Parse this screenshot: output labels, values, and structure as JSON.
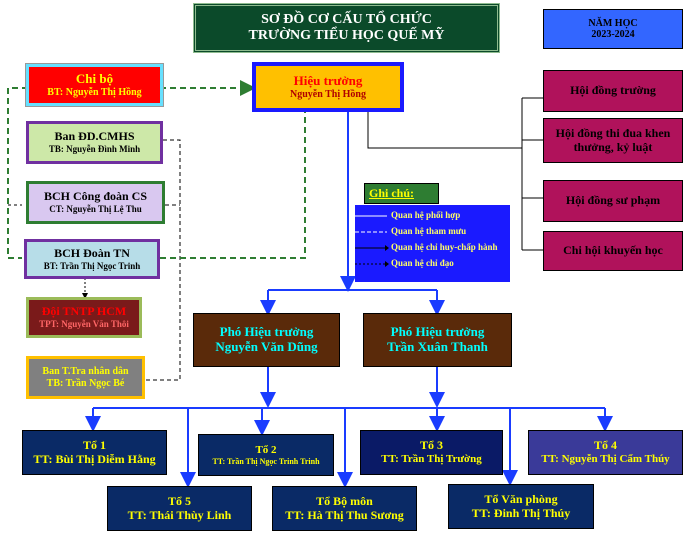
{
  "title": {
    "line1": "SƠ ĐỒ CƠ CẤU TỔ CHỨC",
    "line2": "TRƯỜNG TIỂU HỌC QUẾ MỸ"
  },
  "school_year": {
    "label": "NĂM HỌC",
    "value": "2023-2024"
  },
  "principal": {
    "title": "Hiệu trưởng",
    "name": "Nguyễn Thị Hồng"
  },
  "party_cell": {
    "title": "Chi bộ",
    "name": "BT: Nguyễn Thị Hồng"
  },
  "left_orgs": [
    {
      "title": "Ban ĐD.CMHS",
      "name": "TB: Nguyễn Đình Minh"
    },
    {
      "title": "BCH Công đoàn CS",
      "name": "CT: Nguyễn Thị Lệ Thu"
    },
    {
      "title": "BCH Đoàn TN",
      "name": "BT: Trần Thị Ngọc Trinh"
    },
    {
      "title": "Đội  TNTP HCM",
      "name": "TPT: Nguyễn Văn Thôi"
    },
    {
      "title": "Ban T.Tra nhân dân",
      "name": "TB: Trần Ngọc Bé"
    }
  ],
  "councils": [
    "Hội đồng trường",
    "Hội đồng thi đua khen thưởng, kỷ luật",
    "Hội đồng sư phạm",
    "Chi hội khuyến học"
  ],
  "legend": {
    "title": "Ghi chú:",
    "items": [
      "Quan hệ phối  hợp",
      "Quan hệ tham mưu",
      "Quan hệ chỉ huy-chấp hành",
      "Quan hệ chỉ đạo"
    ]
  },
  "vice_principals": [
    {
      "title": "Phó Hiệu trưởng",
      "name": "Nguyễn Văn Dũng"
    },
    {
      "title": "Phó Hiệu trưởng",
      "name": "Trần Xuân Thanh"
    }
  ],
  "groups": [
    {
      "title": "Tổ 1",
      "leader": "TT: Bùi Thị Diễm Hằng"
    },
    {
      "title": "Tổ 2",
      "leader": "TT: Trần Thị Ngọc Trinh Trinh"
    },
    {
      "title": "Tổ 3",
      "leader": "TT: Trần Thị Trường"
    },
    {
      "title": "Tổ 4",
      "leader": "TT: Nguyễn Thị Cẩm Thúy"
    },
    {
      "title": "Tổ 5",
      "leader": "TT: Thái Thùy Linh"
    },
    {
      "title": "Tổ Bộ môn",
      "leader": "TT: Hà Thị Thu Sương"
    },
    {
      "title": "Tổ Văn phòng",
      "leader": "TT: Đinh Thị Thúy"
    }
  ],
  "colors": {
    "title_bg": "#0b4a2a",
    "year_bg": "#3366ff",
    "principal_bg": "#ffc000",
    "council_bg": "#b0125b",
    "legend_bg": "#1a1aff",
    "vice_bg": "#5a2a0a",
    "group_bg": "#0a2a66",
    "line_blue": "#1a3cff"
  }
}
